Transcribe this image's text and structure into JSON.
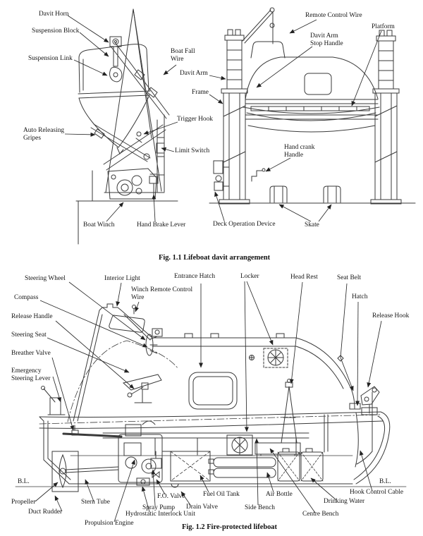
{
  "fig1": {
    "caption": "Fig. 1.1 Lifeboat davit arrangement",
    "labels": {
      "davit_horn": "Davit Horn",
      "suspension_block": "Suspension Block",
      "suspension_link": "Suspension Link",
      "boat_fall_wire": "Boat Fall\nWire",
      "davit_arm": "Davit Arm",
      "frame": "Frame",
      "trigger_hook": "Trigger Hook",
      "auto_releasing_gripes": "Auto Releasing\nGripes",
      "limit_switch": "Limit Switch",
      "boat_winch": "Boat Winch",
      "hand_brake_lever": "Hand Brake Lever",
      "remote_control_wire": "Remote Control Wire",
      "platform": "Platform",
      "davit_arm_stop_handle": "Davit Arm\nStop Handle",
      "hand_crank_handle": "Hand crank\nHandle",
      "deck_operation_device": "Deck Operation Device",
      "skate": "Skate"
    }
  },
  "fig2": {
    "caption": "Fig. 1.2 Fire-protected lifeboat",
    "baseline_left": "B.L.",
    "baseline_right": "B.L.",
    "labels": {
      "steering_wheel": "Steering Wheel",
      "interior_light": "Interior Light",
      "winch_remote_control_wire": "Winch Remote Control\nWire",
      "entrance_hatch": "Entrance Hatch",
      "locker": "Locker",
      "head_rest": "Head Rest",
      "seat_belt": "Seat Belt",
      "hatch": "Hatch",
      "compass": "Compass",
      "release_hook": "Release Hook",
      "release_handle": "Release Handle",
      "steering_seat": "Steering Seat",
      "breather_valve": "Breather Valve",
      "emergency_steering_lever": "Emergency\nSteering Lever",
      "propeller": "Propeller",
      "duct_rudder": "Duct Rudder",
      "stern_tube": "Stern Tube",
      "fo_valve": "F.O. Valve",
      "fuel_oil_tank": "Fuel Oil Tank",
      "spray_pump": "Spray Pump",
      "drain_valve": "Drain Valve",
      "hydrostatic_interlock_unit": "Hydrostatic Interlock Unit",
      "propulsion_engine": "Propulsion Engine",
      "air_bottle": "Air Bottle",
      "side_bench": "Side Bench",
      "centre_bench": "Centre Bench",
      "drinking_water": "Drinking Water",
      "hook_control_cable": "Hook Control Cable"
    }
  }
}
